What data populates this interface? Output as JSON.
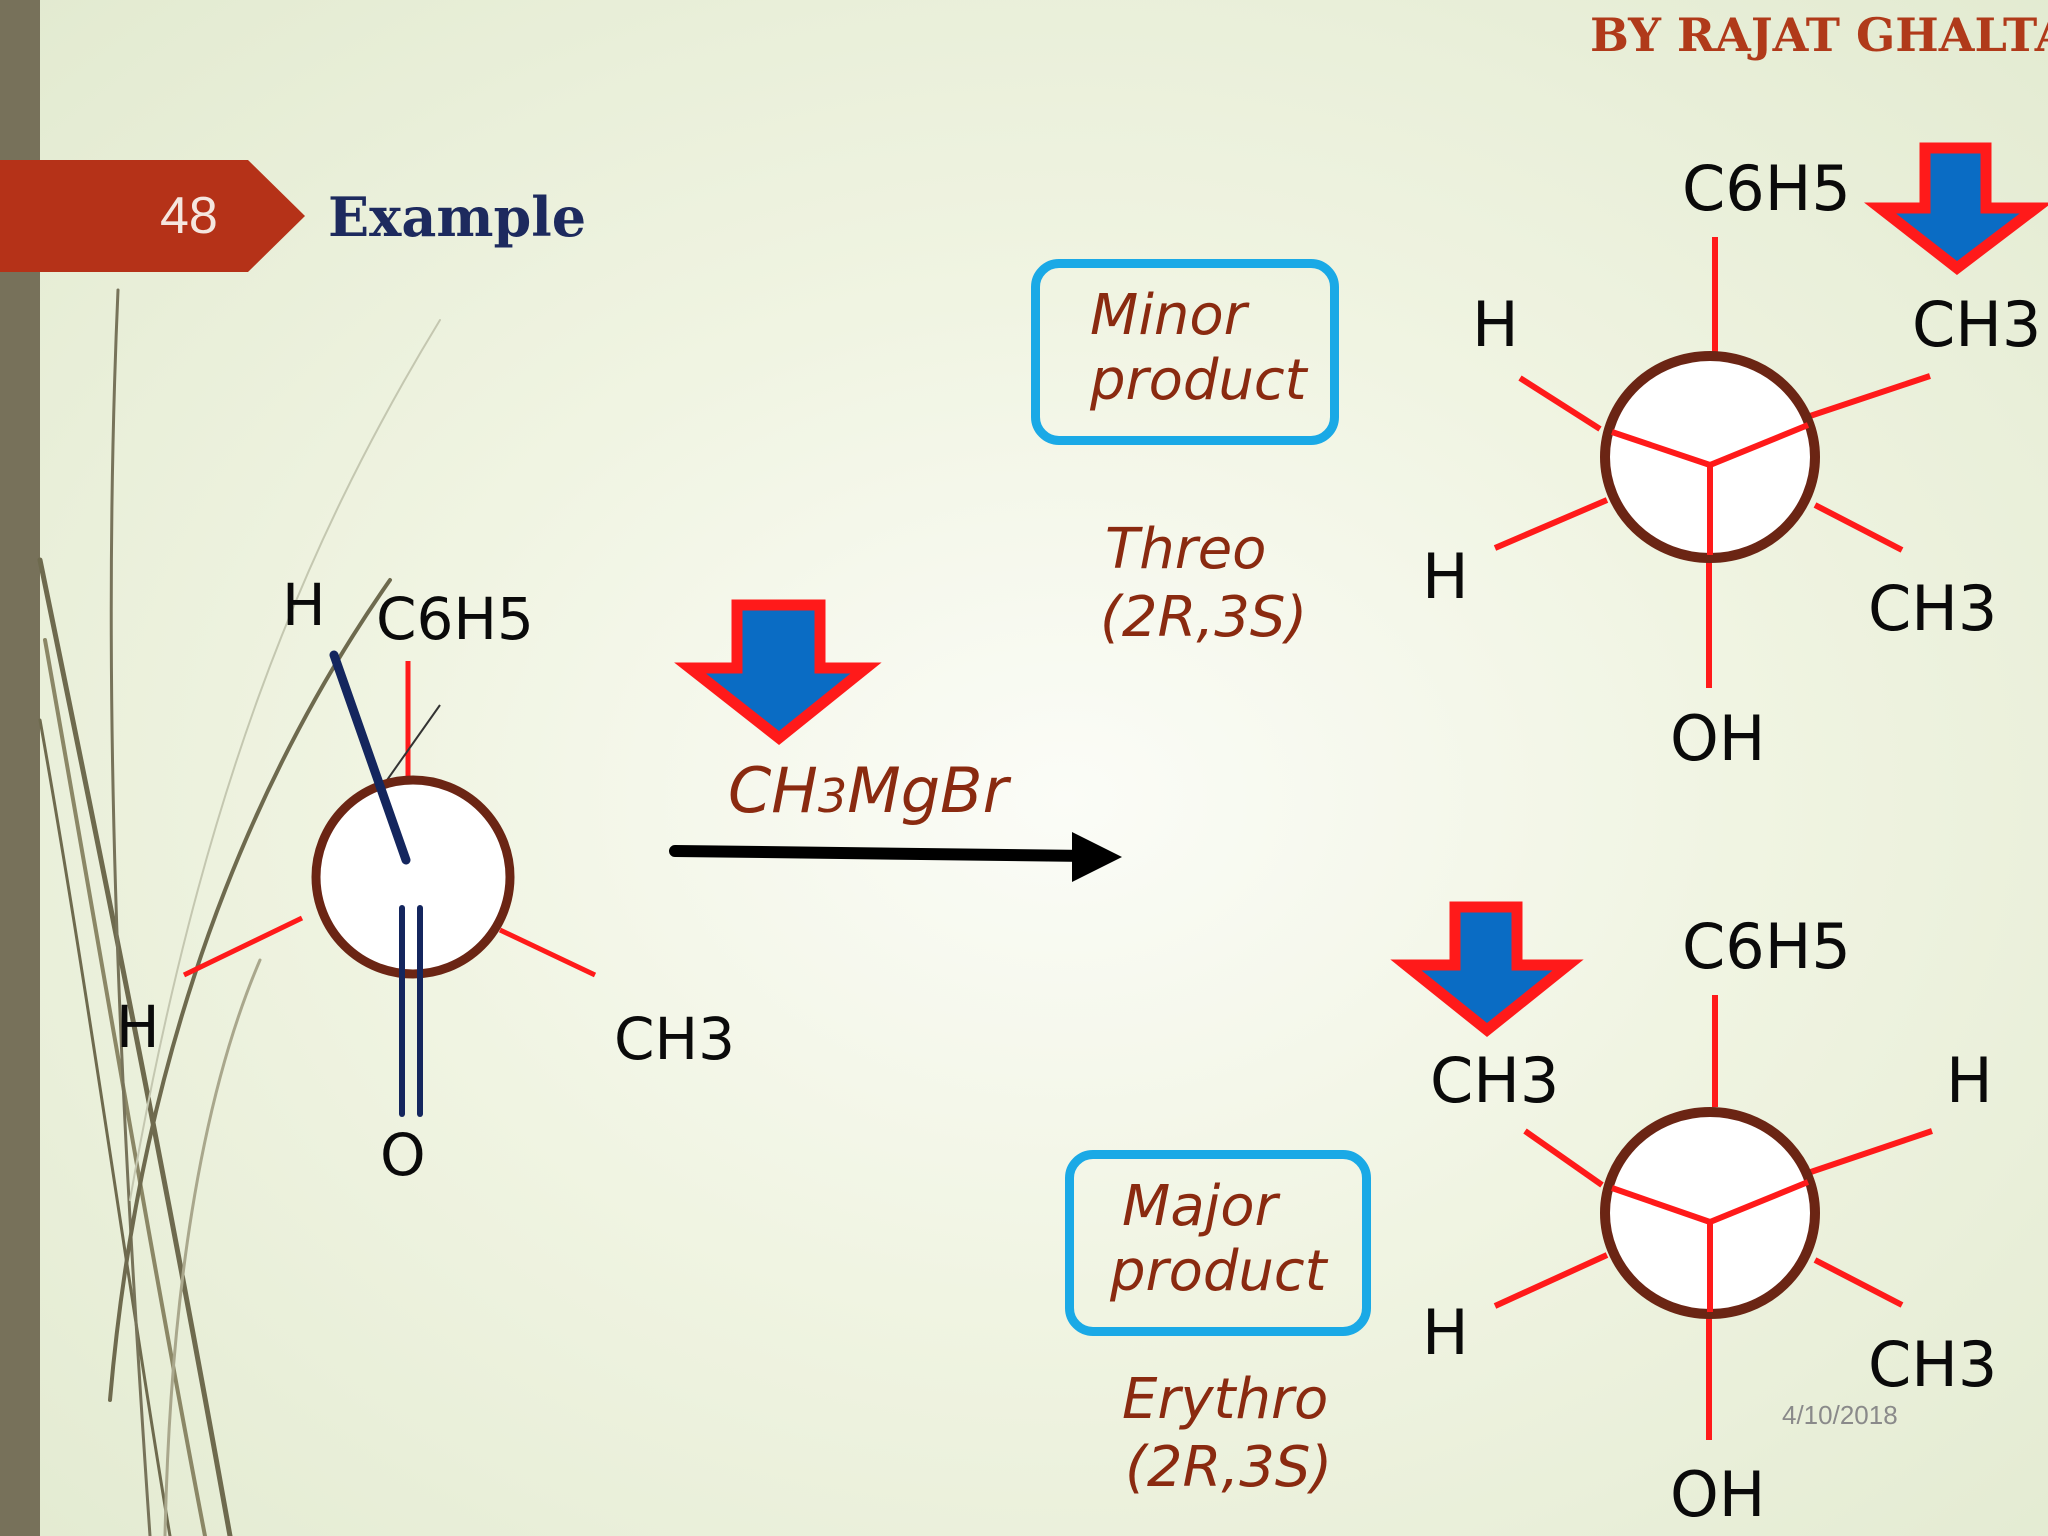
{
  "slide": {
    "author": "BY RAJAT GHALTA",
    "number": "48",
    "title": "Example",
    "date": "4/10/2018"
  },
  "reactant": {
    "atoms": {
      "h_top": "H",
      "c6h5": "C6H5",
      "h_left": "H",
      "ch3": "CH3",
      "o": "O"
    }
  },
  "reagent": {
    "formula_parts": [
      "CH",
      "3",
      "MgBr"
    ]
  },
  "product_minor": {
    "box_line1": "Minor",
    "box_line2": "product",
    "config_line1": "Threo",
    "config_line2": "(2R,3S)",
    "atoms": {
      "c6h5": "C6H5",
      "h_upper": "H",
      "ch3_upper": "CH3",
      "h_lower": "H",
      "ch3_lower": "CH3",
      "oh": "OH"
    }
  },
  "product_major": {
    "box_line1": "Major",
    "box_line2": "product",
    "config_line1": "Erythro",
    "config_line2": "(2R,3S)",
    "atoms": {
      "c6h5": "C6H5",
      "ch3_upper": "CH3",
      "h_upper": "H",
      "h_lower": "H",
      "ch3_lower": "CH3",
      "oh": "OH"
    }
  },
  "colors": {
    "bond": "#ff1a1a",
    "circle": "#6b2514",
    "arrow_fill": "#0a6cc4",
    "arrow_stroke": "#ff1a1a",
    "box_border": "#1aa9e6",
    "carbonyl": "#14265e",
    "banner": "#b53218"
  },
  "icons": [
    "down-arrow-icon",
    "reaction-arrow-icon"
  ]
}
